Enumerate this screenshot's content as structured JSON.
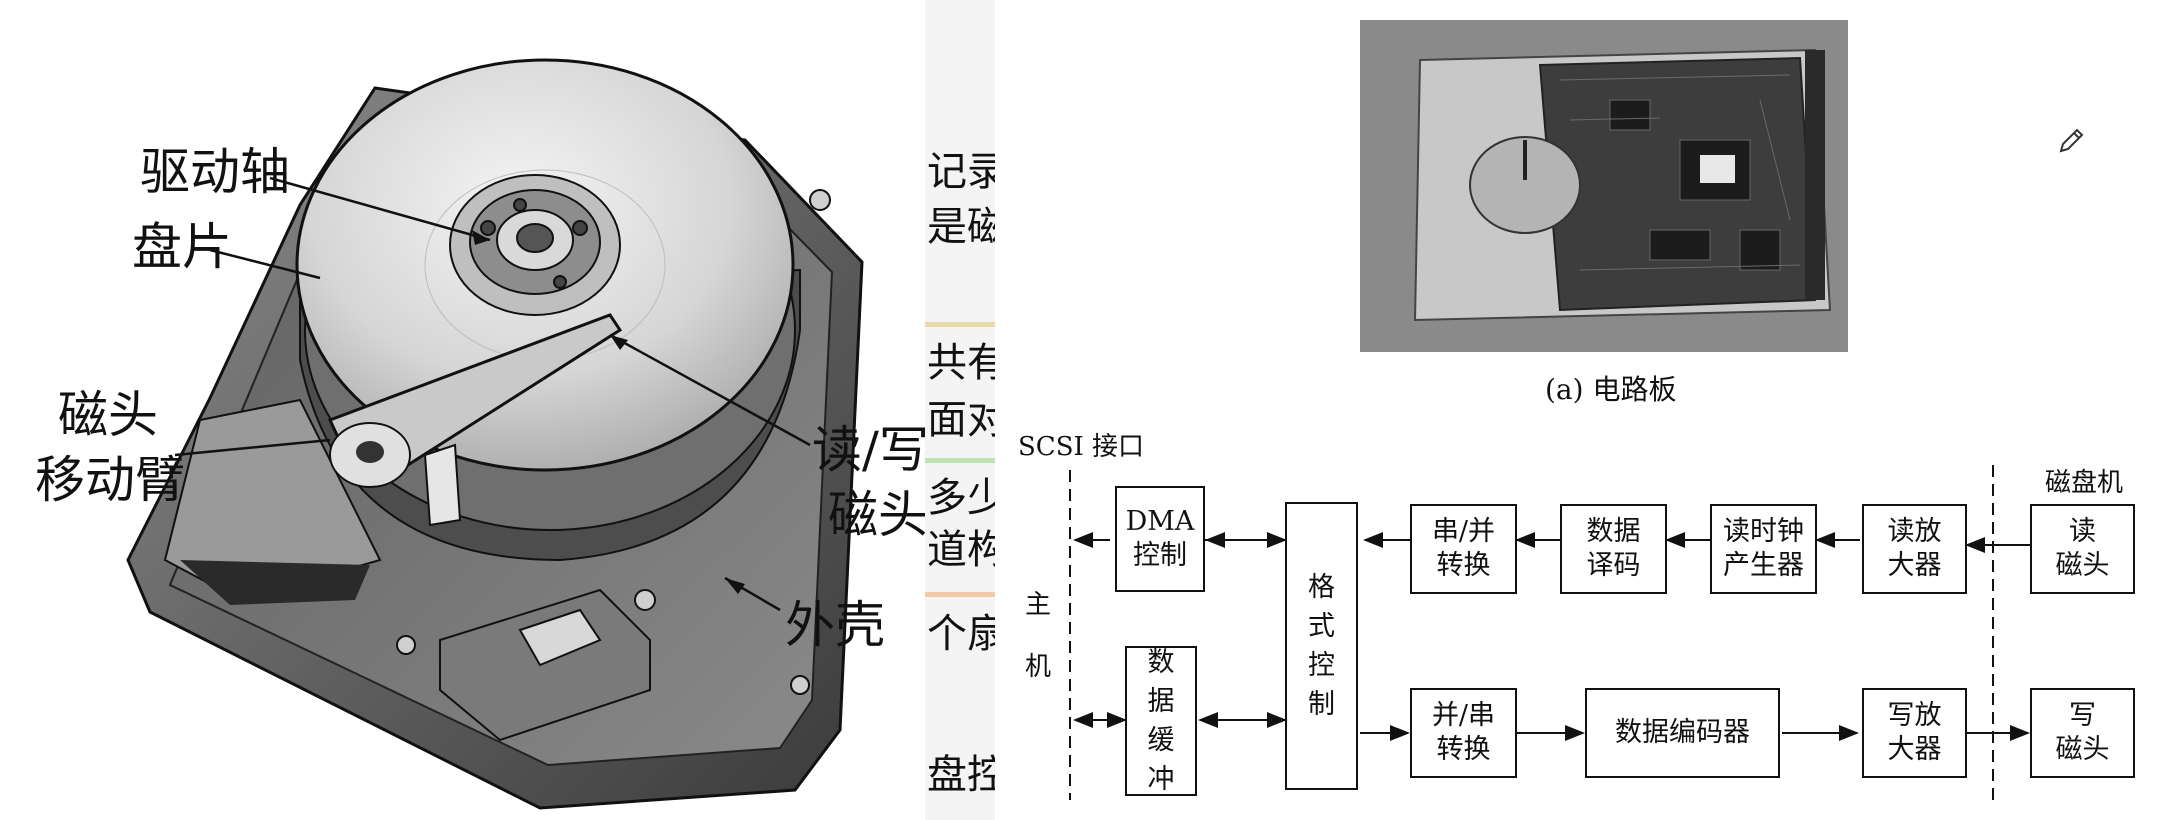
{
  "hdd": {
    "labels": {
      "spindle": "驱动轴",
      "platter": "盘片",
      "arm_line1": "磁头",
      "arm_line2": "移动臂",
      "rw_line1": "读/写",
      "rw_line2": "磁头",
      "case": "外壳"
    }
  },
  "strip": {
    "fragments": [
      "记录",
      "是磁",
      "共有",
      "面对",
      "多少",
      "道构",
      "个扇",
      "盘控"
    ],
    "rule_colors": [
      "#e8d9a8",
      "#bfe0b5",
      "#f0c9a8"
    ]
  },
  "photo": {
    "caption": "(a) 电路板"
  },
  "pencil_icon": "pencil-icon",
  "diagram": {
    "scsi_label": "SCSI 接口",
    "host_label": "主\n\n机",
    "disk_label": "磁盘机",
    "nodes": {
      "dma": "DMA\n控制",
      "buffer": "数\n据\n缓\n冲",
      "format": "格\n式\n控\n制",
      "sp": "串/并\n转换",
      "decode": "数据\n译码",
      "clock": "读时钟\n产生器",
      "ramp": "读放\n大器",
      "rhead": "读\n磁头",
      "ps": "并/串\n转换",
      "encode": "数据编码器",
      "wamp": "写放\n大器",
      "whead": "写\n磁头"
    }
  }
}
